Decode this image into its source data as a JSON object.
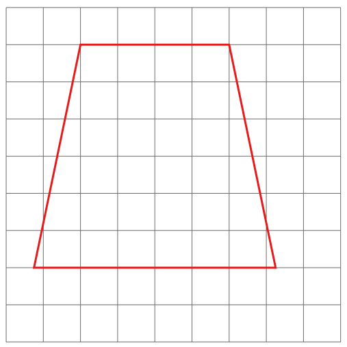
{
  "grid": {
    "columns": 9,
    "rows": 9,
    "line_color": "#6b6b6b"
  },
  "shape": {
    "type": "trapezoid",
    "stroke_color": "#e51c1c",
    "vertices_in_grid_units": [
      [
        2,
        1
      ],
      [
        6,
        1
      ],
      [
        7.25,
        7
      ],
      [
        0.75,
        7
      ]
    ]
  }
}
